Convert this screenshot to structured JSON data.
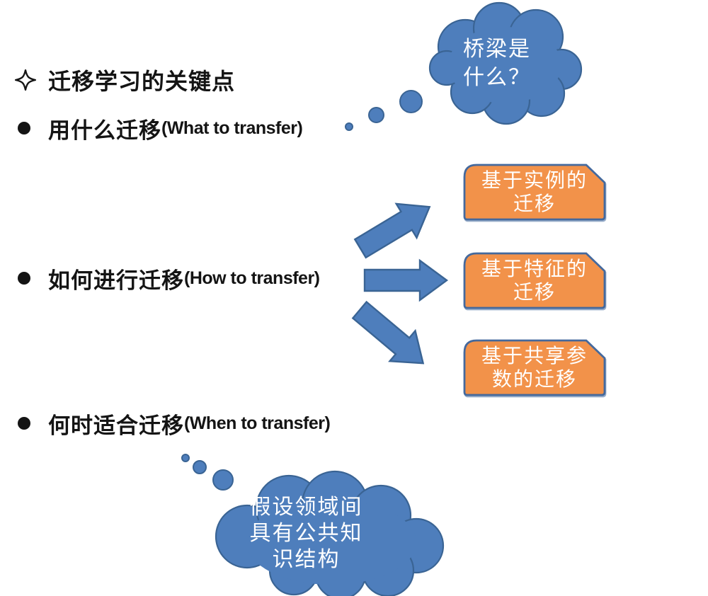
{
  "slide": {
    "title": {
      "glyph": "four-pointed-star",
      "text": "迁移学习的关键点"
    },
    "bullets": [
      {
        "zh": "用什么迁移",
        "en": "(What to transfer)"
      },
      {
        "zh": "如何进行迁移",
        "en": "(How to transfer)"
      },
      {
        "zh": "何时适合迁移",
        "en": "(When to transfer)"
      }
    ],
    "clouds": {
      "bridge": {
        "lines": [
          "桥梁是",
          "什么？"
        ]
      },
      "assumption": {
        "lines": [
          "假设领域间",
          "具有公共知",
          "识结构"
        ]
      }
    },
    "boxes": [
      {
        "line1": "基于实例的",
        "line2": "迁移"
      },
      {
        "line1": "基于特征的",
        "line2": "迁移"
      },
      {
        "line1": "基于共享参",
        "line2": "数的迁移"
      }
    ],
    "colors": {
      "shape_fill": "#4E7EBC",
      "shape_stroke": "#3A6494",
      "box_fill": "#F2924A",
      "box_stroke": "#44699D",
      "text_light": "#FFFFFF",
      "text_dark": "#141414"
    }
  }
}
